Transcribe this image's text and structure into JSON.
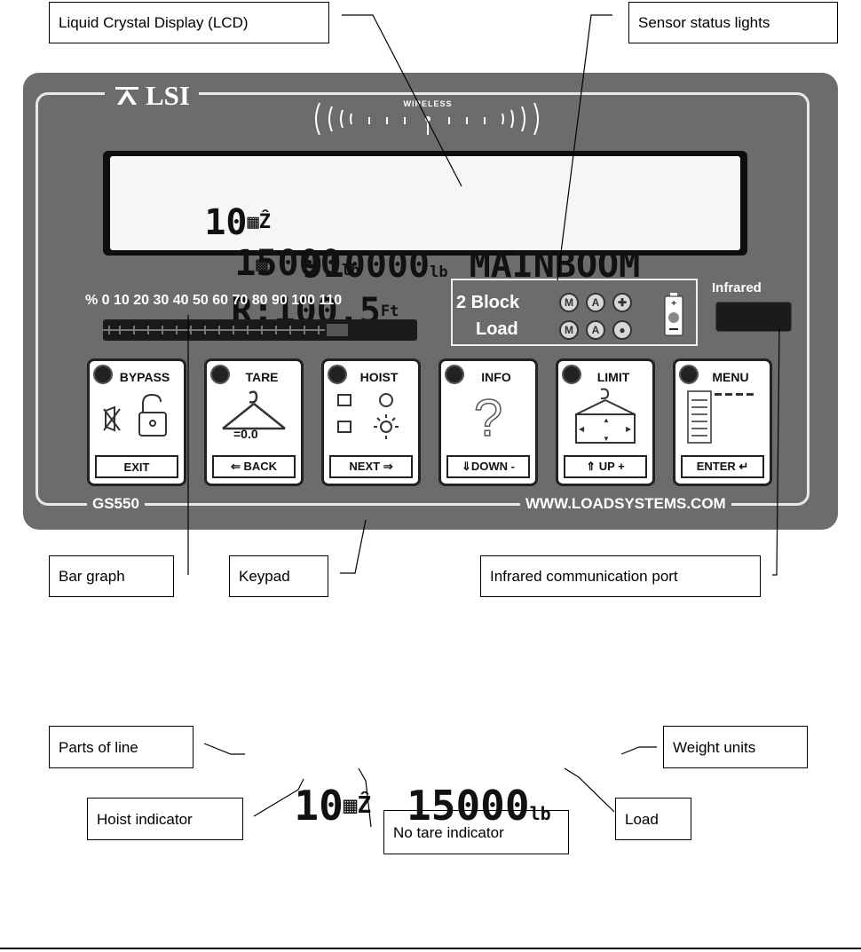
{
  "callouts": {
    "lcd": "Liquid Crystal Display (LCD)",
    "sensor_lights": "Sensor status lights",
    "bar_graph": "Bar graph",
    "keypad": "Keypad",
    "infrared_port": "Infrared communication port",
    "parts_of_line": "Parts of line",
    "weight_units": "Weight units",
    "hoist_indicator": "Hoist indicator",
    "no_tare_indicator": "No tare indicator",
    "load": "Load"
  },
  "device": {
    "brand": "LSI",
    "wireless_label": "WIRELESS",
    "model": "GS550",
    "website": "WWW.LOADSYSTEMS.COM",
    "lcd": {
      "line1": {
        "parts": "10",
        "load": "15000",
        "weight_unit": "lb",
        "radius_label": "R:",
        "radius_value": "100.5",
        "radius_unit": "Ft"
      },
      "line2": {
        "load": "910000",
        "weight_unit": "lb",
        "boom": "MAINBOOM"
      }
    },
    "bar_graph": {
      "scale": "% 0 10 20 30 40 50 60 70 80 90 100 110"
    },
    "sensors": {
      "row1_label": "2 Block",
      "row2_label": "Load",
      "light1": "M",
      "light2": "A"
    },
    "infrared_label": "Infrared",
    "keys": [
      {
        "top": "BYPASS",
        "bottom": "EXIT"
      },
      {
        "top": "TARE",
        "bottom": "⇐ BACK",
        "icon_text": "=0.0"
      },
      {
        "top": "HOIST",
        "bottom": "NEXT ⇒"
      },
      {
        "top": "INFO",
        "bottom": "⇓DOWN -"
      },
      {
        "top": "LIMIT",
        "bottom": "⇑ UP +"
      },
      {
        "top": "MENU",
        "bottom": "ENTER ↵"
      }
    ]
  },
  "detail": {
    "parts": "10",
    "load": "15000",
    "weight_unit": "lb"
  },
  "colors": {
    "panel": "#6c6c6c",
    "lcd_bezel": "#0e0e0e",
    "lcd_screen": "#f6f6f6"
  }
}
